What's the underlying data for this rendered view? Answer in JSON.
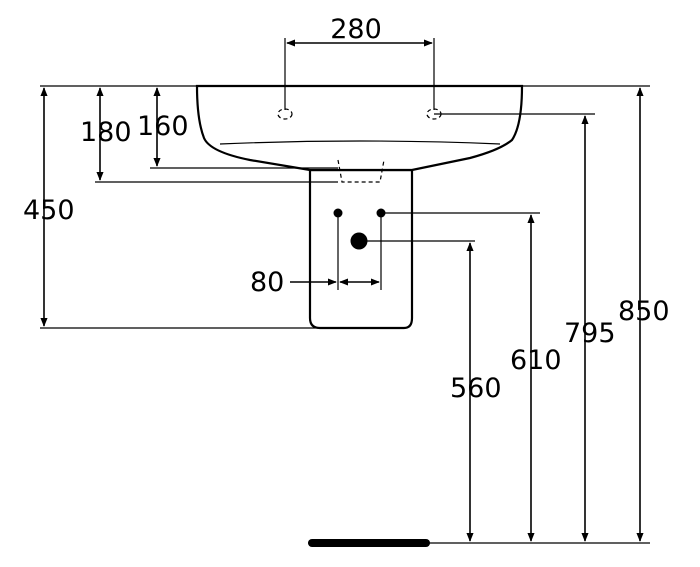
{
  "dimensions": {
    "tap_spacing": "280",
    "height_180": "180",
    "height_160": "160",
    "pedestal_height": "450",
    "pipe_spacing": "80",
    "waste_height": "560",
    "supply_height": "610",
    "overflow_height": "795",
    "rim_height": "850"
  },
  "colors": {
    "line": "#000000",
    "background": "#ffffff"
  }
}
